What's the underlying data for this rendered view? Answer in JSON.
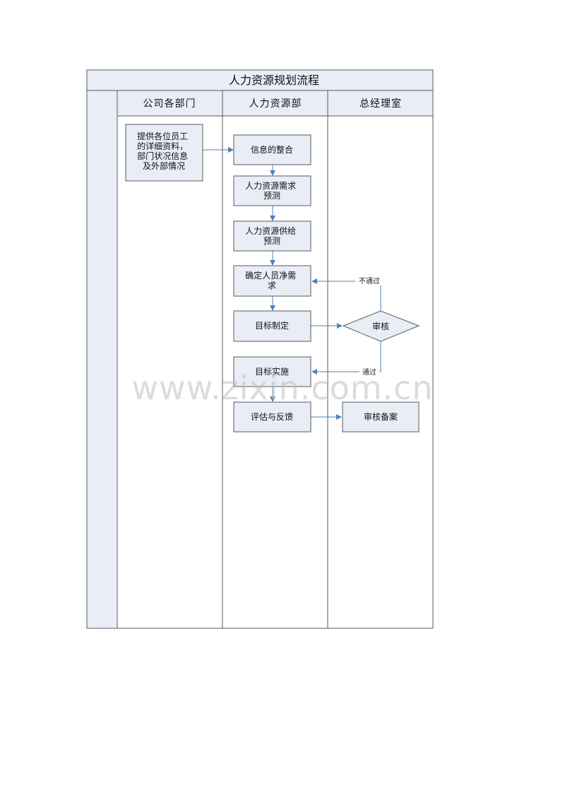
{
  "title": "人力资源规划流程",
  "lanes": [
    {
      "label": "公司各部门"
    },
    {
      "label": "人力资源部"
    },
    {
      "label": "总经理室"
    }
  ],
  "nodes": [
    {
      "id": "provide",
      "lines": [
        "提供各位员工",
        "的详细资料，",
        "部门状况信息",
        "及外部情况"
      ]
    },
    {
      "id": "integrate",
      "lines": [
        "信息的整合"
      ]
    },
    {
      "id": "demand",
      "lines": [
        "人力资源需求",
        "预测"
      ]
    },
    {
      "id": "supply",
      "lines": [
        "人力资源供给",
        "预测"
      ]
    },
    {
      "id": "net-demand",
      "lines": [
        "确定人员净需",
        "求"
      ]
    },
    {
      "id": "goal-set",
      "lines": [
        "目标制定"
      ]
    },
    {
      "id": "review",
      "lines": [
        "审核"
      ]
    },
    {
      "id": "implement",
      "lines": [
        "目标实施"
      ]
    },
    {
      "id": "evaluate",
      "lines": [
        "评估与反馈"
      ]
    },
    {
      "id": "archive",
      "lines": [
        "审核备案"
      ]
    }
  ],
  "edge_labels": {
    "fail": "不通过",
    "pass": "通过"
  },
  "watermark": "www.zixin.com.cn",
  "colors": {
    "fill": "#e8edf6",
    "stroke": "#5a5a5a",
    "arrow": "#4f81bd"
  }
}
